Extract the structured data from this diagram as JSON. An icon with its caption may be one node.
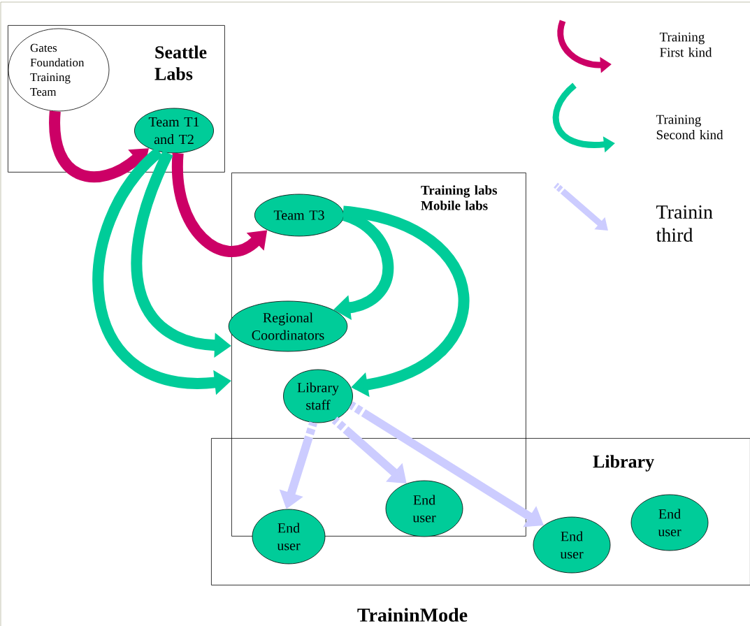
{
  "diagram": {
    "caption": "TraininMode",
    "nodes": [
      {
        "text": [
          "Seattle Labs"
        ]
      },
      {
        "text": [
          "Gates Foundation Training Team"
        ],
        "in": 0
      },
      {
        "text": [
          "Team T1 and T2"
        ],
        "in": 0
      },
      {
        "text": [
          "Training labs Mobile labs"
        ]
      },
      {
        "text": [
          "Team T3"
        ],
        "in": 3
      },
      {
        "text": [
          "Regional Coordinators"
        ],
        "in": 3
      },
      {
        "text": [
          "Library staff"
        ],
        "in": 3
      },
      {
        "text": [
          "Library"
        ]
      },
      {
        "text": [
          "End user"
        ],
        "in": 7
      },
      {
        "text": [
          "End user"
        ]
      },
      {
        "text": [
          "End user"
        ],
        "in": 7
      },
      {
        "text": [
          "End user"
        ],
        "in": 7
      }
    ],
    "edges": [
      {
        "from": 1,
        "to": 2,
        "arrow": "to",
        "color": "#cc0066"
      },
      {
        "from": 2,
        "to": 4,
        "arrow": "to",
        "color": "#cc0066"
      },
      {
        "from": 2,
        "to": 3,
        "arrow": "to"
      },
      {
        "from": 2,
        "to": 3,
        "arrow": "to"
      },
      {
        "from": 4,
        "to": 5,
        "arrow": "to"
      },
      {
        "from": 4,
        "to": 6,
        "arrow": "to"
      },
      {
        "from": 6,
        "to": 8,
        "arrow": "to",
        "style": "dashed",
        "color": "#ccccff"
      },
      {
        "from": 6,
        "to": 9,
        "arrow": "to",
        "style": "dashed",
        "color": "#ccccff"
      },
      {
        "from": 6,
        "to": 10,
        "arrow": "to",
        "style": "dashed",
        "color": "#ccccff"
      }
    ],
    "legend": [
      {
        "text": "Training First kind"
      },
      {
        "text": "Training Second kind"
      },
      {
        "text": "Trainin third"
      }
    ]
  }
}
